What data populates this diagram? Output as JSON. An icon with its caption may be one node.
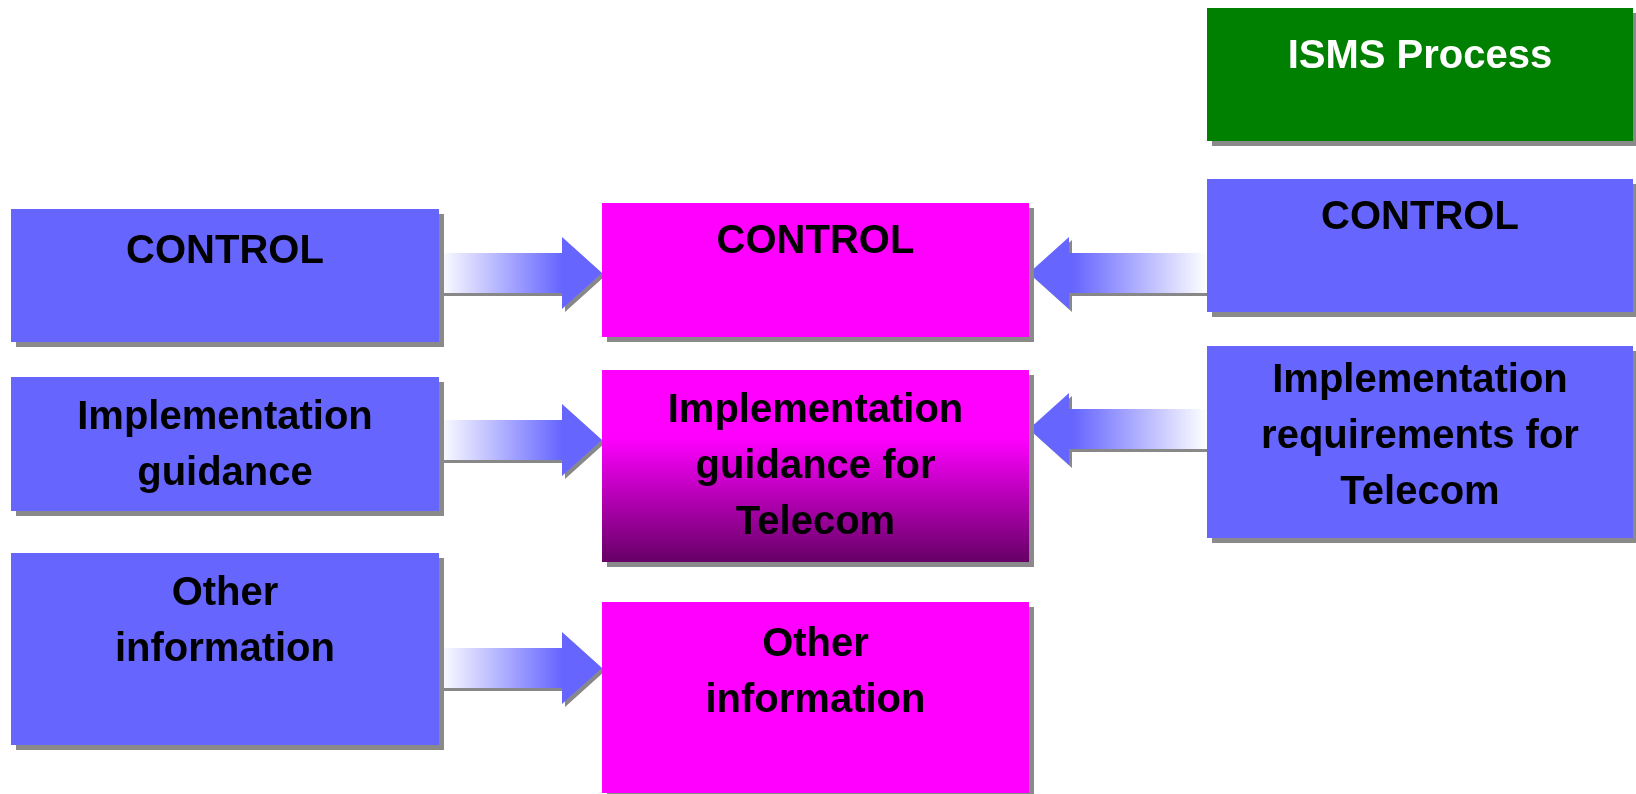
{
  "diagram": {
    "nodes": [
      {
        "text": [
          "ISMS Process"
        ]
      },
      {
        "text": [
          "CONTROL"
        ]
      },
      {
        "text": [
          "CONTROL"
        ]
      },
      {
        "text": [
          "CONTROL"
        ]
      },
      {
        "text": [
          "Implementation guidance"
        ]
      },
      {
        "text": [
          "Implementation guidance for Telecom"
        ]
      },
      {
        "text": [
          "Implementation requirements for Telecom"
        ]
      },
      {
        "text": [
          "Other information"
        ]
      },
      {
        "text": [
          "Other information"
        ]
      }
    ],
    "edges": [
      {
        "from": 1,
        "to": 2,
        "arrow": "to"
      },
      {
        "from": 3,
        "to": 2,
        "arrow": "to"
      },
      {
        "from": 4,
        "to": 5,
        "arrow": "to"
      },
      {
        "from": 6,
        "to": 5,
        "arrow": "to"
      },
      {
        "from": 7,
        "to": 8,
        "arrow": "to"
      }
    ]
  }
}
